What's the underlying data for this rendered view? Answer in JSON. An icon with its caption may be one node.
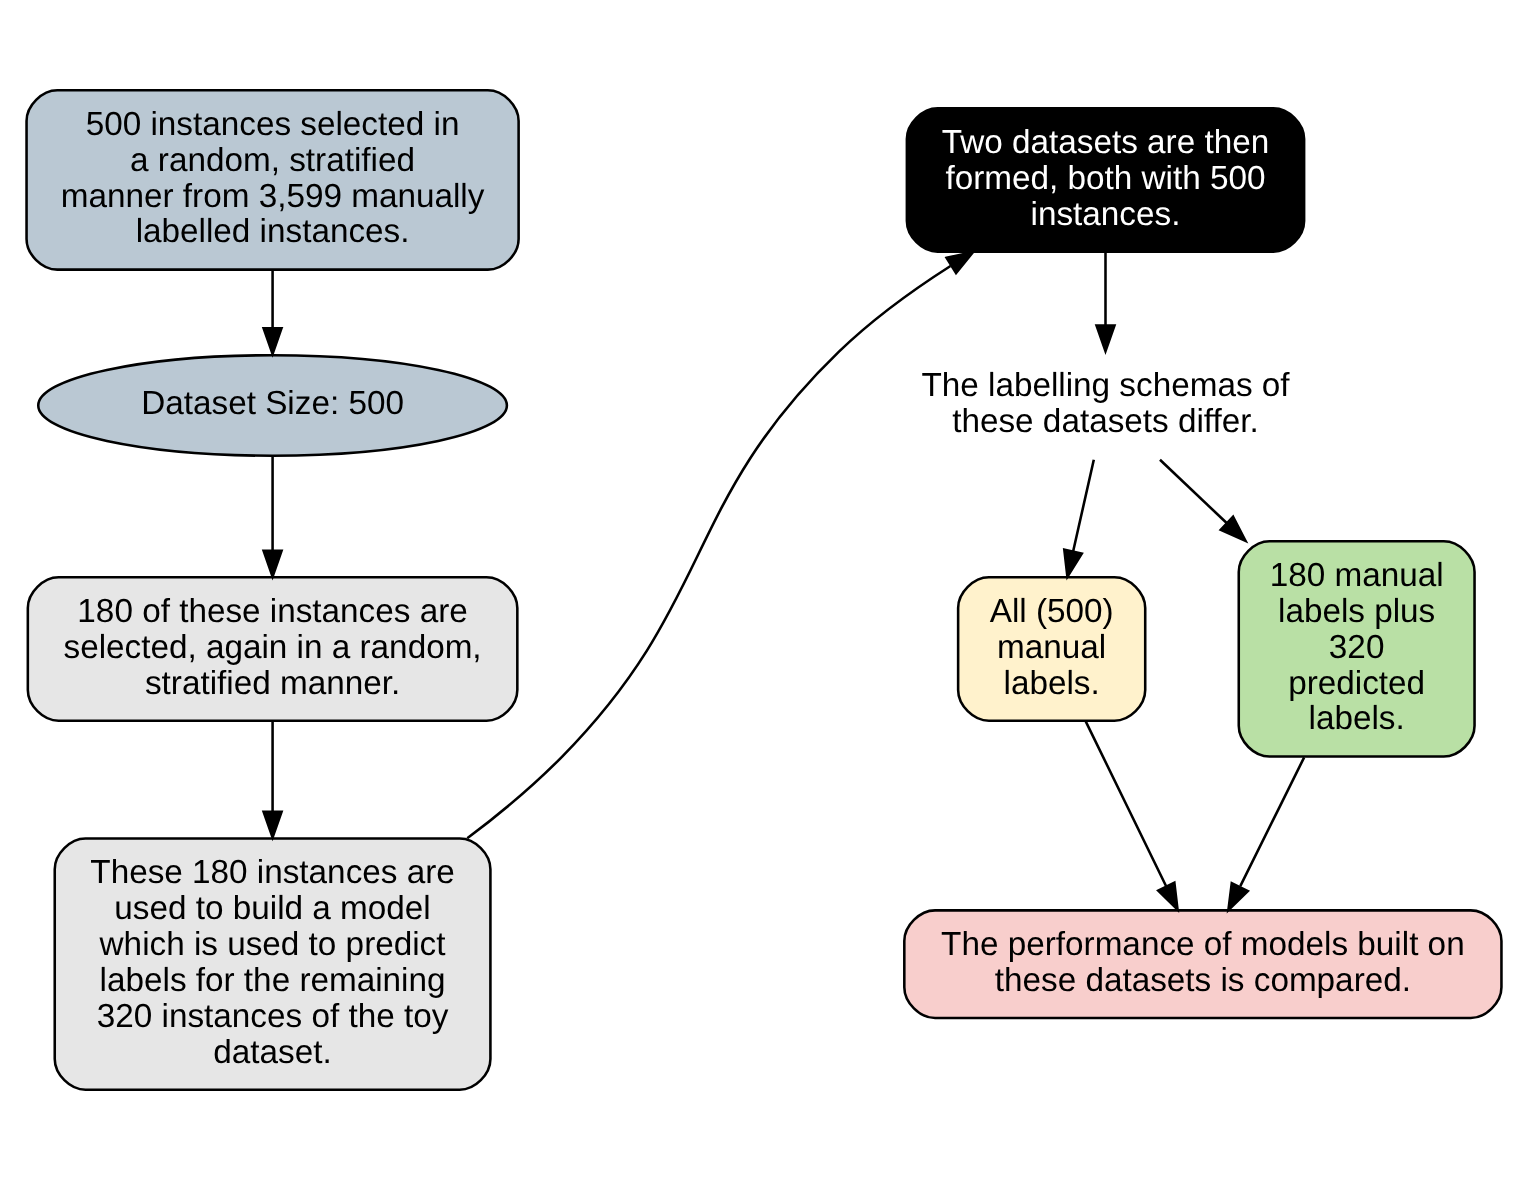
{
  "diagram": {
    "nodes": [
      {
        "text": [
          "500 instances selected in a random, stratified manner from 3,599 manually labelled instances."
        ]
      },
      {
        "text": [
          "Dataset Size: 500"
        ]
      },
      {
        "text": [
          "180 of these instances are selected, again in a random, stratified manner."
        ]
      },
      {
        "text": [
          "These 180 instances are used to build a model which is used to predict labels for the remaining 320 instances of the toy dataset."
        ]
      },
      {
        "text": [
          "Two datasets are then formed, both with 500 instances."
        ]
      },
      {
        "text": [
          "The labelling schemas of these datasets differ."
        ]
      },
      {
        "text": [
          "All (500) manual labels."
        ]
      },
      {
        "text": [
          "180 manual labels plus 320 predicted labels."
        ]
      },
      {
        "text": [
          "The performance of models built on these datasets is compared."
        ]
      }
    ],
    "edges": [
      {
        "from": 0,
        "to": 1,
        "arrow": "to"
      },
      {
        "from": 1,
        "to": 2,
        "arrow": "to"
      },
      {
        "from": 2,
        "to": 3,
        "arrow": "to"
      },
      {
        "from": 3,
        "to": 4,
        "arrow": "to"
      },
      {
        "from": 4,
        "to": 5,
        "arrow": "to"
      },
      {
        "from": 5,
        "to": 6,
        "arrow": "to"
      },
      {
        "from": 5,
        "to": 7,
        "arrow": "to"
      },
      {
        "from": 6,
        "to": 8,
        "arrow": "to"
      },
      {
        "from": 7,
        "to": 8,
        "arrow": "to"
      }
    ]
  }
}
